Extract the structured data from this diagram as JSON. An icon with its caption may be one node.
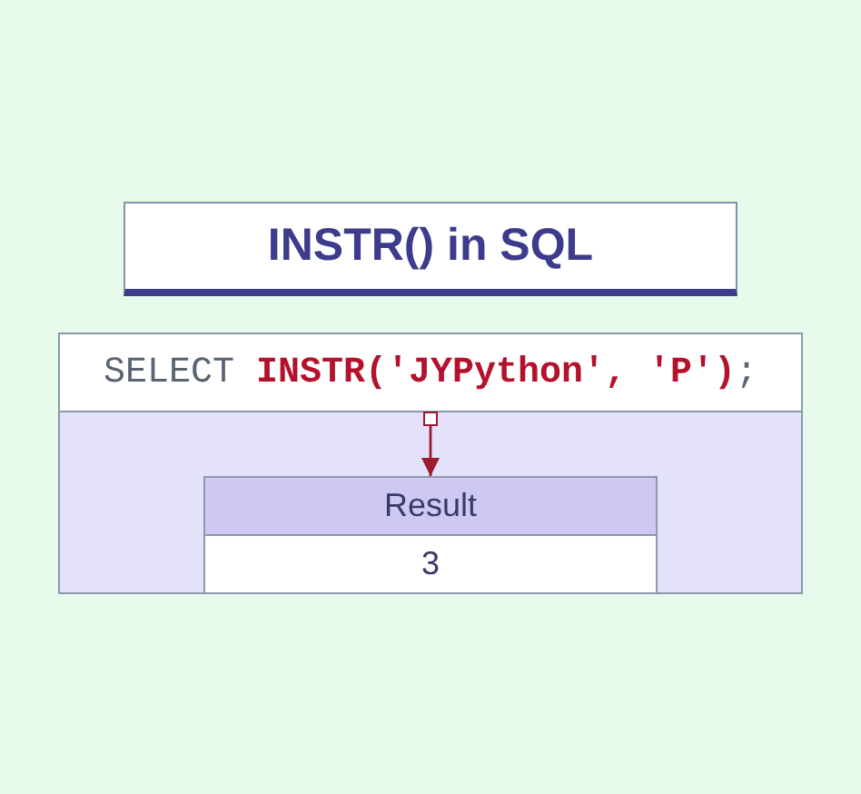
{
  "diagram": {
    "nodes": [
      {
        "text": [
          "INSTR() in SQL"
        ]
      },
      {
        "text": [],
        "shape": "box"
      },
      {
        "text": [
          "SELECT **INSTR('JYPython', 'P')**;"
        ],
        "in": 1
      },
      {
        "text": [
          "Result",
          "3"
        ],
        "in": 1
      }
    ],
    "edges": [
      {
        "from": 2,
        "to": 3,
        "arrow": "to"
      }
    ]
  }
}
